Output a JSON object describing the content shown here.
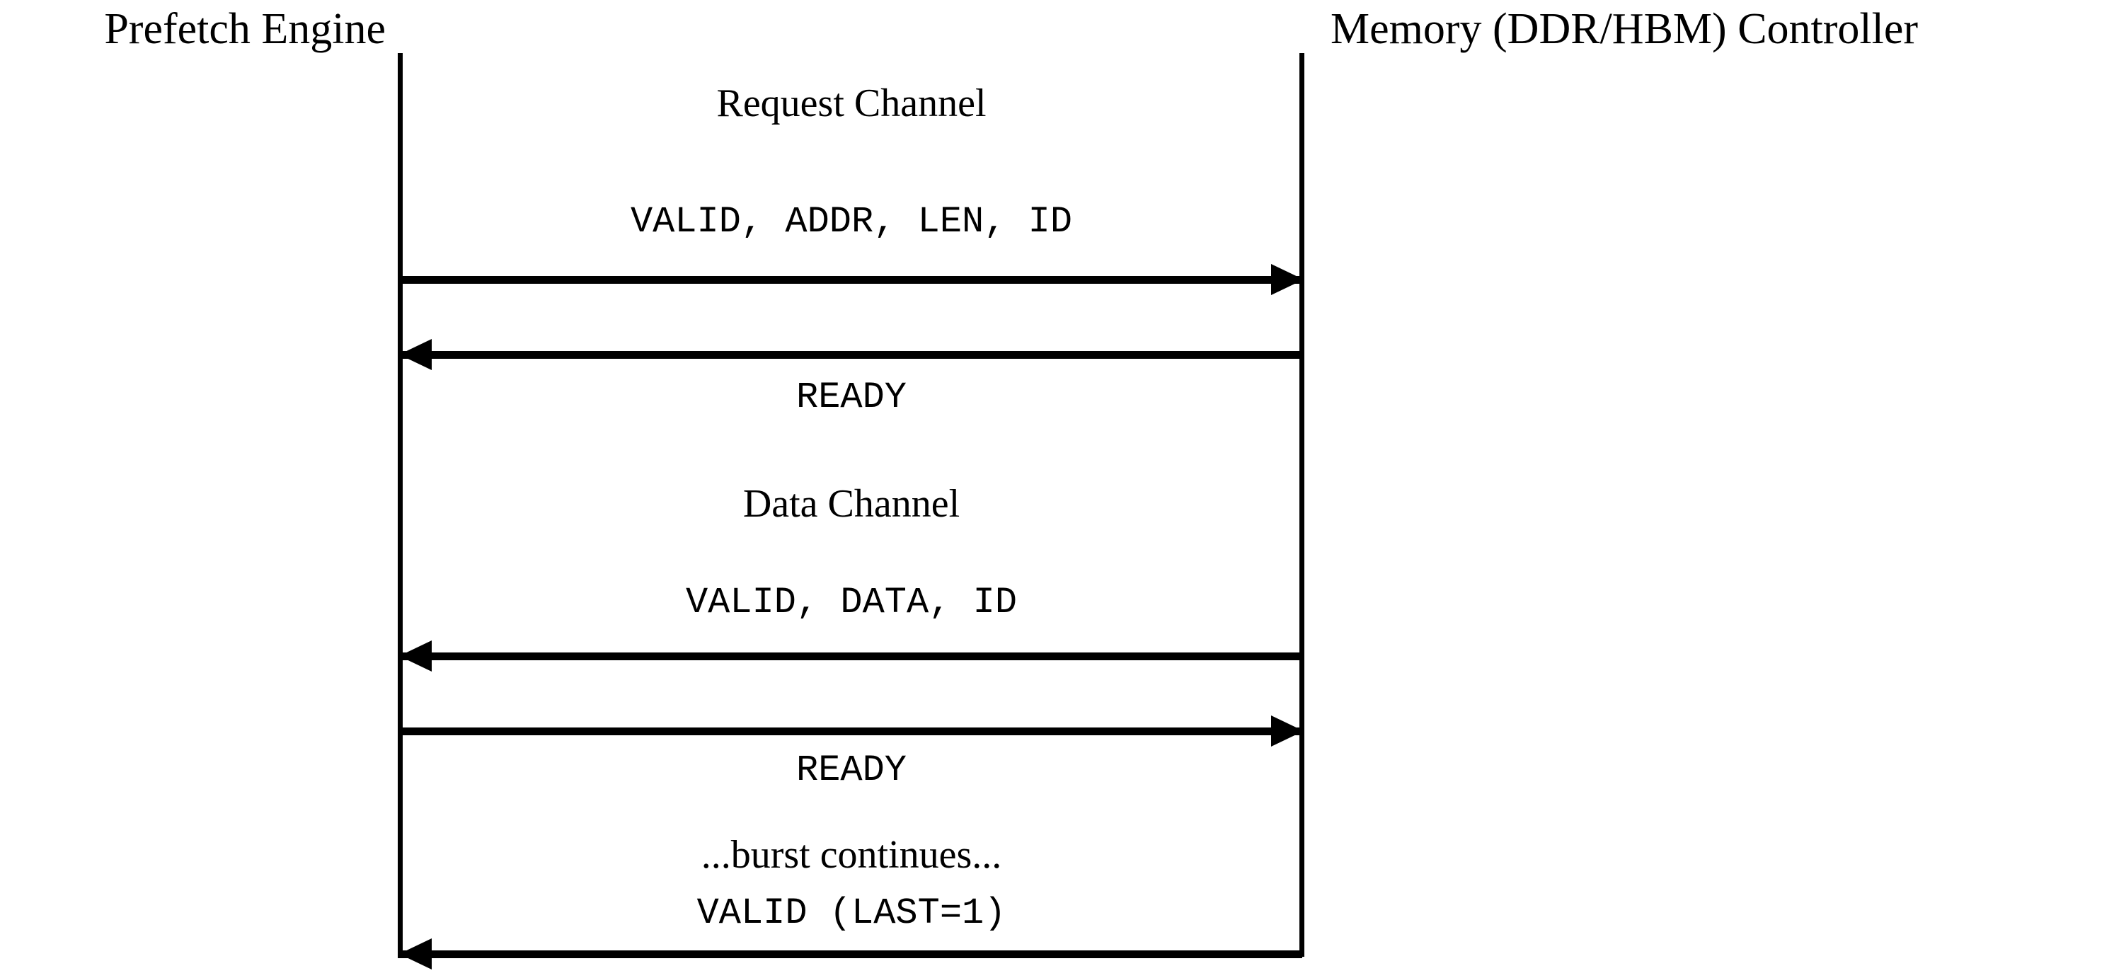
{
  "diagram": {
    "type": "sequence-diagram",
    "title": "",
    "background": "#ffffff",
    "line_color": "#000000"
  },
  "participants": [
    {
      "id": "prefetch-engine",
      "label": "Prefetch Engine",
      "side": "left"
    },
    {
      "id": "memory-controller",
      "label": "Memory (DDR/HBM) Controller",
      "side": "right"
    }
  ],
  "sections": [
    {
      "id": "request-channel",
      "label": "Request Channel"
    },
    {
      "id": "data-channel",
      "label": "Data Channel"
    }
  ],
  "messages": [
    {
      "id": "req-valid-addr-len-id",
      "label": "VALID, ADDR, LEN, ID",
      "style": "mono",
      "direction": "right",
      "from": "prefetch-engine",
      "to": "memory-controller"
    },
    {
      "id": "req-ready",
      "label": "READY",
      "style": "mono",
      "direction": "left",
      "from": "memory-controller",
      "to": "prefetch-engine"
    },
    {
      "id": "data-valid-data-id",
      "label": "VALID, DATA, ID",
      "style": "mono",
      "direction": "left",
      "from": "memory-controller",
      "to": "prefetch-engine"
    },
    {
      "id": "data-ready",
      "label": "READY",
      "style": "mono",
      "direction": "right",
      "from": "prefetch-engine",
      "to": "memory-controller"
    },
    {
      "id": "burst-continues",
      "label": "...burst continues...",
      "style": "prose",
      "direction": "none",
      "from": "",
      "to": ""
    },
    {
      "id": "data-valid-last",
      "label": "VALID (LAST=1)",
      "style": "mono",
      "direction": "left",
      "from": "memory-controller",
      "to": "prefetch-engine"
    }
  ]
}
